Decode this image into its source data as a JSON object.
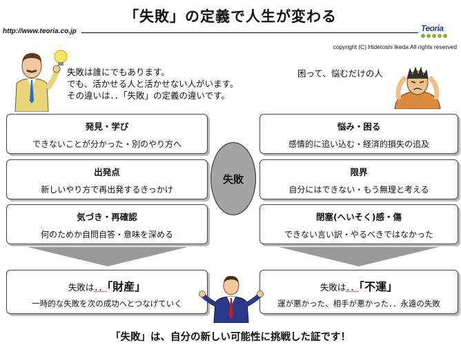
{
  "title": "「失敗」の定義で人生が変わる",
  "url": "http://www.teoria.co.jp",
  "logo_text": "Teoria",
  "copyright": "copyright (C) Hidetoshi Ikeda All rights reserved",
  "intro": [
    "失敗は誰にでもあります。",
    "でも、活かせる人と活かせない人がいます。",
    "その違いは．．「失敗」の定義の違いです。"
  ],
  "worried_label": "困って、悩むだけの人",
  "center_label": "失敗",
  "left_items": [
    {
      "head": "発見・学び",
      "desc": "できないことが分かった・別のやり方へ"
    },
    {
      "head": "出発点",
      "desc": "新しいやり方で再出発するきっかけ"
    },
    {
      "head": "気づき・再確認",
      "desc": "何のためか自問自答・意味を深める"
    }
  ],
  "right_items": [
    {
      "head": "悩み・困る",
      "desc": "感情的に追い込む・経済的損失の追及"
    },
    {
      "head": "限界",
      "desc": "自分にはできない・もう無理と考える"
    },
    {
      "head": "閉塞(へいそく)感・傷",
      "desc": "できない言い訳・やるべきではなかった"
    }
  ],
  "left_result": {
    "prefix": "失敗は",
    "dots": "．．",
    "word": "「財産」",
    "desc": "一時的な失敗を次の成功へとつなげていく"
  },
  "right_result": {
    "prefix": "失敗は",
    "dots": "．．",
    "word": "「不運」",
    "desc": "運が悪かった、相手が悪かった．．永遠の失敗"
  },
  "conclusion": "「失敗」は、自分の新しい可能性に挑戦した証です！",
  "colors": {
    "oval": "#a4a4a4",
    "arrow": "#999999",
    "logo": "#1a3a8a",
    "logo_dots": "#8ab534"
  }
}
